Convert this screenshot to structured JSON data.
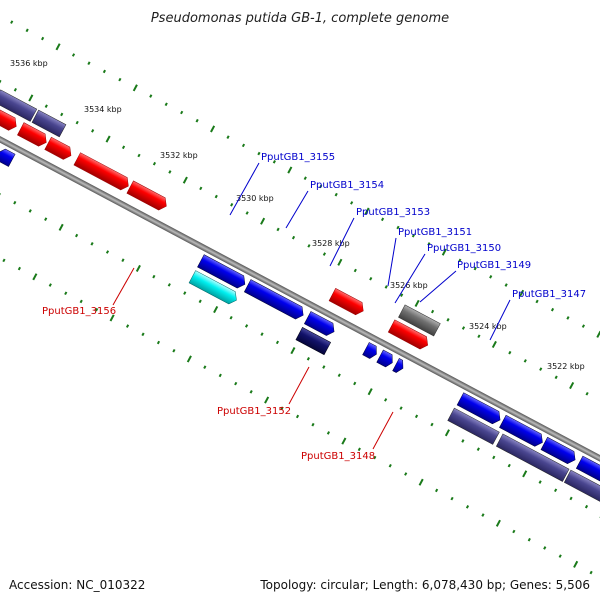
{
  "title": "Pseudomonas putida GB-1, complete genome",
  "footer": {
    "accession": "Accession: NC_010322",
    "topology": "Topology: circular; Length: 6,078,430 bp; Genes: 5,506"
  },
  "colors": {
    "backbone": "#8a8a8a",
    "ticks": "#1a7a1a",
    "forward_label": "#0000cc",
    "reverse_label": "#cc0000"
  },
  "kbp_ticks": [
    "3536 kbp",
    "3534 kbp",
    "3532 kbp",
    "3530 kbp",
    "3528 kbp",
    "3526 kbp",
    "3524 kbp",
    "3522 kbp"
  ],
  "gene_labels_forward": [
    "PputGB1_3155",
    "PputGB1_3154",
    "PputGB1_3153",
    "PputGB1_3151",
    "PputGB1_3150",
    "PputGB1_3149",
    "PputGB1_3147"
  ],
  "gene_labels_reverse": [
    "PputGB1_3156",
    "PputGB1_3152",
    "PputGB1_3148"
  ]
}
